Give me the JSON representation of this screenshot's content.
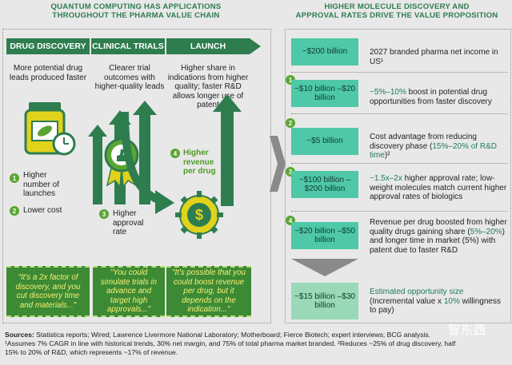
{
  "left_header": "QUANTUM COMPUTING HAS APPLICATIONS\nTHROUGHOUT THE PHARMA VALUE CHAIN",
  "right_header": "HIGHER MOLECULE DISCOVERY AND\nAPPROVAL RATES DRIVE THE VALUE PROPOSITION",
  "stages": [
    "DRUG DISCOVERY",
    "CLINICAL TRIALS",
    "LAUNCH"
  ],
  "discovery": {
    "intro": "More potential drug leads produced faster",
    "item1_num": "1",
    "item1": "Higher number of launches",
    "item2_num": "2",
    "item2": "Lower cost",
    "quote": "\"It's a 2x factor of discovery, and you cut discovery time and materials...\""
  },
  "trials": {
    "intro": "Clearer trial outcomes with higher-quality leads",
    "item_num": "3",
    "item": "Higher approval rate",
    "quote": "\"You could simulate trials in advance and target high approvals...\""
  },
  "launch": {
    "intro": "Higher share in indications from higher quality; faster R&D allows longer use of patent",
    "item_num": "4",
    "item": "Higher revenue per drug",
    "quote": "\"It's possible that you could boost revenue per drug, but it depends on the indication...\""
  },
  "value_rows": [
    {
      "num": "",
      "box": "~$200 billion",
      "lead": "2027 branded pharma net income in US¹",
      "highlight": "",
      "rest": ""
    },
    {
      "num": "1",
      "box": "~$10 billion –$20 billion",
      "lead": "",
      "highlight": "~5%–10%",
      "rest": " boost in potential drug opportunities from faster discovery"
    },
    {
      "num": "2",
      "box": "~$5 billion",
      "lead": "Cost advantage from reducing discovery phase (",
      "highlight": "15%–20% of R&D time",
      "rest": ")²"
    },
    {
      "num": "3",
      "box": "~$100 billion –$200 billion",
      "lead": "",
      "highlight": "~1.5x–2x",
      "rest": " higher approval rate; low-weight molecules match current higher approval rates of biologics"
    },
    {
      "num": "4",
      "box": "~$20 billion –$50 billion",
      "lead": "Revenue per drug boosted from higher quality drugs gaining share (",
      "highlight": "5%–20%",
      "rest": ") and longer time in market (5%) with patent due to faster R&D"
    }
  ],
  "opportunity": {
    "box": "~$15 billion –$30 billion",
    "title": "Estimated opportunity size",
    "detail_a": "(Incremental value x ",
    "detail_hl": "10%",
    "detail_b": " willingness to pay)"
  },
  "footer": {
    "sources_label": "Sources:",
    "sources": " Statistica reports; Wired; Lawrence Livermore National Laboratory; Motherboard; Fierce Biotech; expert interviews; BCG analysis.",
    "note1": "¹Assumes 7% CAGR in line with historical trends, 30% net margin, and 75% of total pharma market branded. ²Reduces ~25% of drug discovery, half",
    "note2": "15% to 20% of R&D, which represents ~17% of revenue."
  },
  "watermark": "智东西",
  "colors": {
    "dark_green": "#2e7d4f",
    "bright_green": "#5aa532",
    "teal": "#4fc8a8",
    "quote_text": "#f5f074"
  }
}
